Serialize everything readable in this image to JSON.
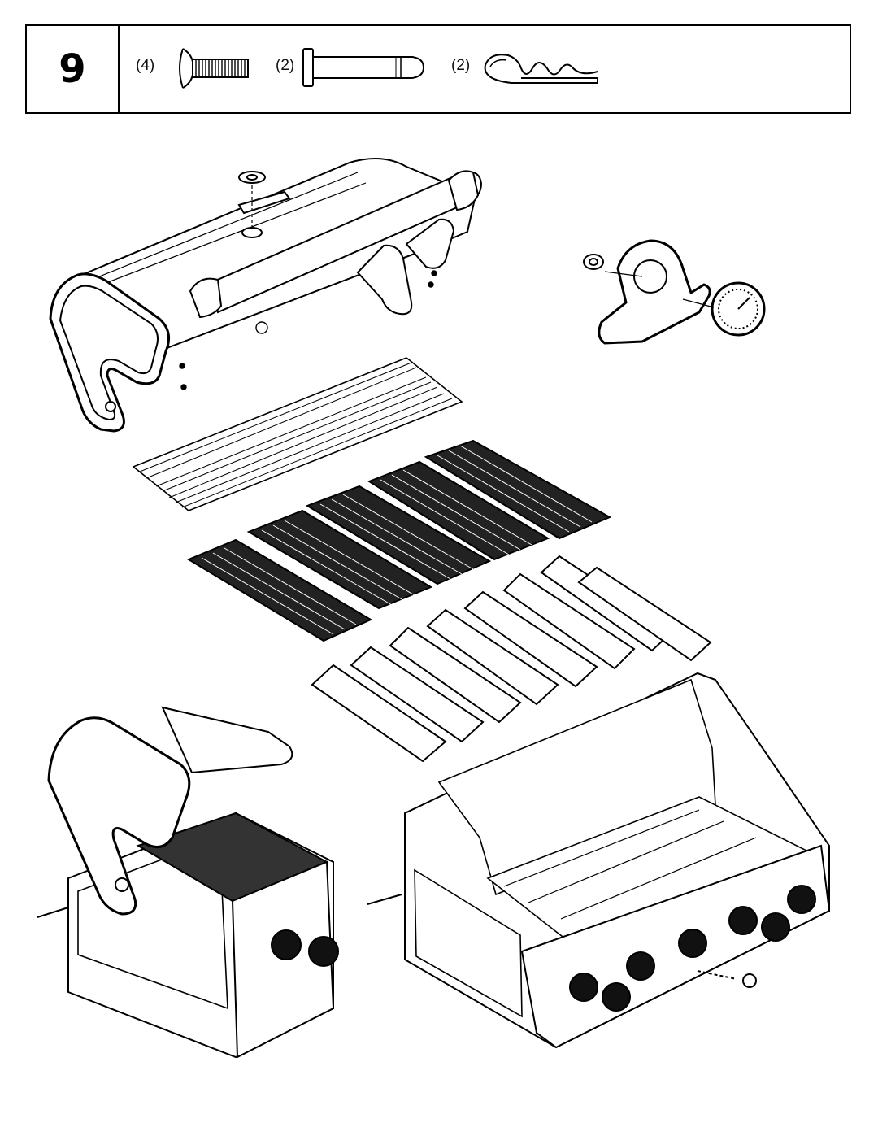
{
  "step": {
    "number": "9"
  },
  "parts": [
    {
      "qty": "(4)",
      "icon": "screw-icon"
    },
    {
      "qty": "(2)",
      "icon": "pin-icon"
    },
    {
      "qty": "(2)",
      "icon": "cotter-clip-icon"
    }
  ],
  "components": [
    "grill-hood-lid",
    "hood-handle",
    "hood-thermometer",
    "thermometer-bezel",
    "warming-rack",
    "cooking-grates",
    "flame-tamers",
    "side-burner-assembly",
    "grill-base"
  ]
}
